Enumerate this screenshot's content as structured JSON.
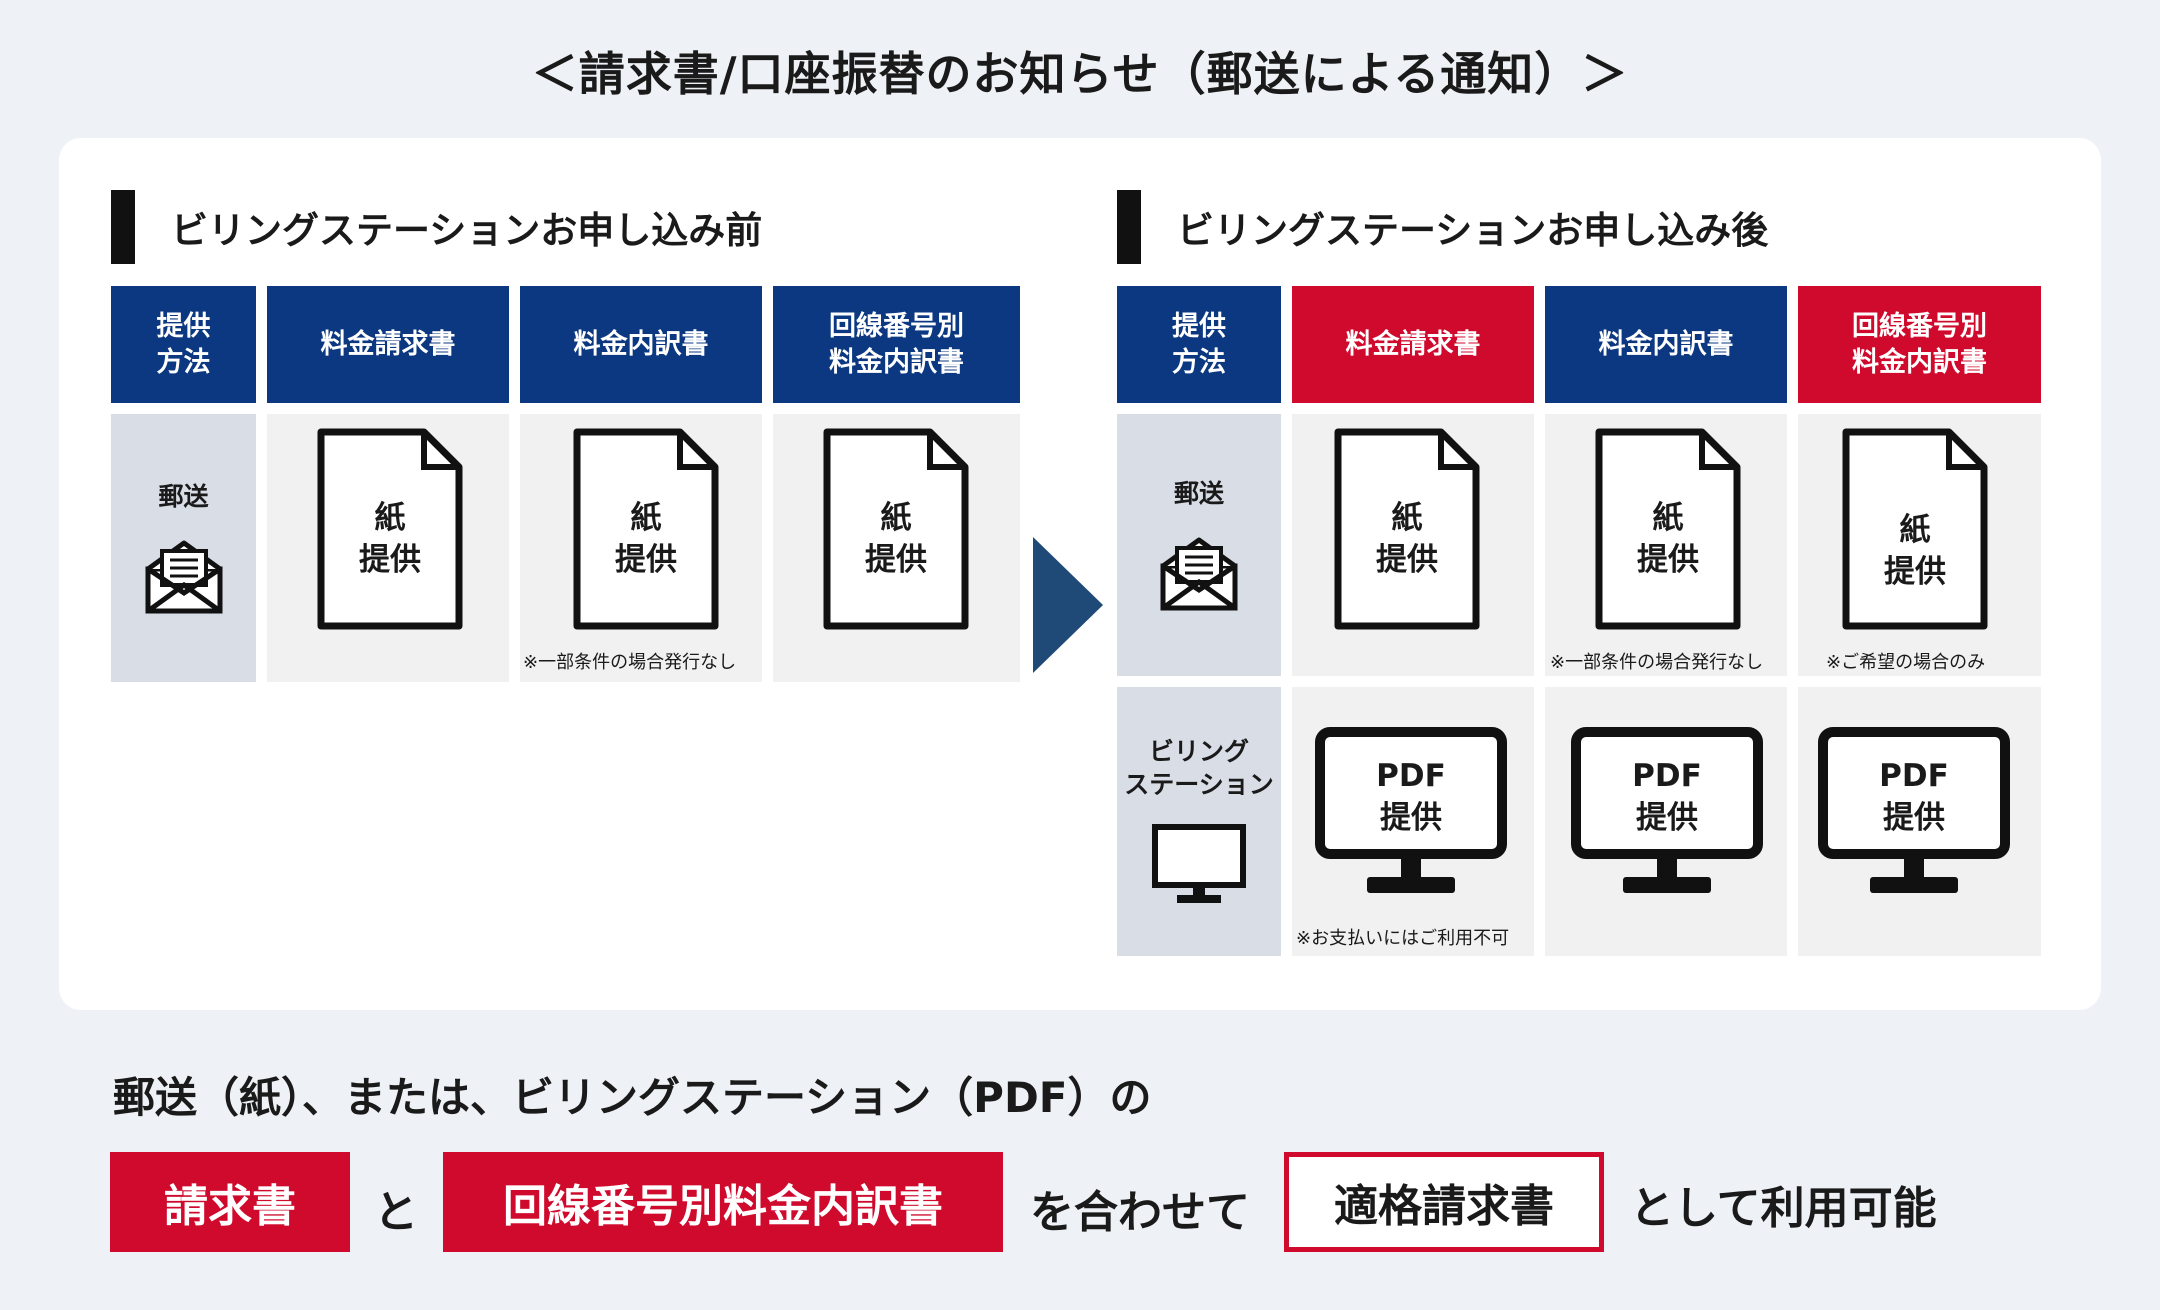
{
  "title": "＜請求書/口座振替のお知らせ（郵送による通知）＞",
  "before": {
    "heading": "ビリングステーションお申し込み前",
    "headers": [
      "提供\n方法",
      "料金請求書",
      "料金内訳書",
      "回線番号別\n料金内訳書"
    ],
    "mail_label": "郵送",
    "doc_label": "紙\n提供",
    "note_breakdown": "※一部条件の場合発行なし"
  },
  "after": {
    "heading": "ビリングステーションお申し込み後",
    "headers": [
      "提供\n方法",
      "料金請求書",
      "料金内訳書",
      "回線番号別\n料金内訳書"
    ],
    "mail_label": "郵送",
    "billing_label": "ビリング\nステーション",
    "doc_label": "紙\n提供",
    "pdf_label": "PDF\n提供",
    "note_breakdown": "※一部条件の場合発行なし",
    "note_line": "※ご希望の場合のみ",
    "note_payment": "※お支払いにはご利用不可"
  },
  "summary": {
    "line1": "郵送（紙）、または、ビリングステーション（PDF）の",
    "pill_invoice": "請求書",
    "and": "と",
    "pill_line": "回線番号別料金内訳書",
    "combine": "を合わせて",
    "pill_qualified": "適格請求書",
    "usable": "として利用可能"
  },
  "colors": {
    "navy": "#0b3880",
    "red": "#cf0a2c",
    "arrow": "#1f4a78",
    "side": "#d8dde6"
  },
  "icons": [
    "envelope-icon",
    "document-icon",
    "monitor-icon",
    "arrow-right-icon"
  ]
}
